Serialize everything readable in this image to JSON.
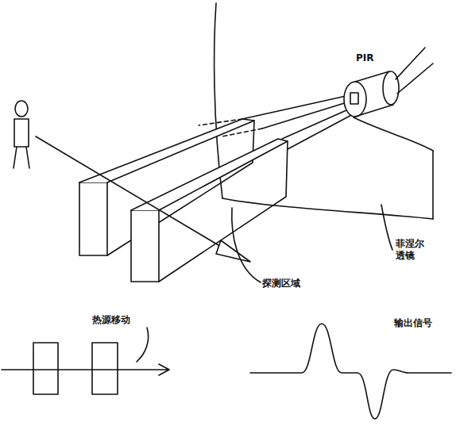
{
  "diagram": {
    "labels": [
      "PIR",
      "菲涅尔 透镜",
      "探测区域",
      "热源移动",
      "输出信号"
    ]
  }
}
